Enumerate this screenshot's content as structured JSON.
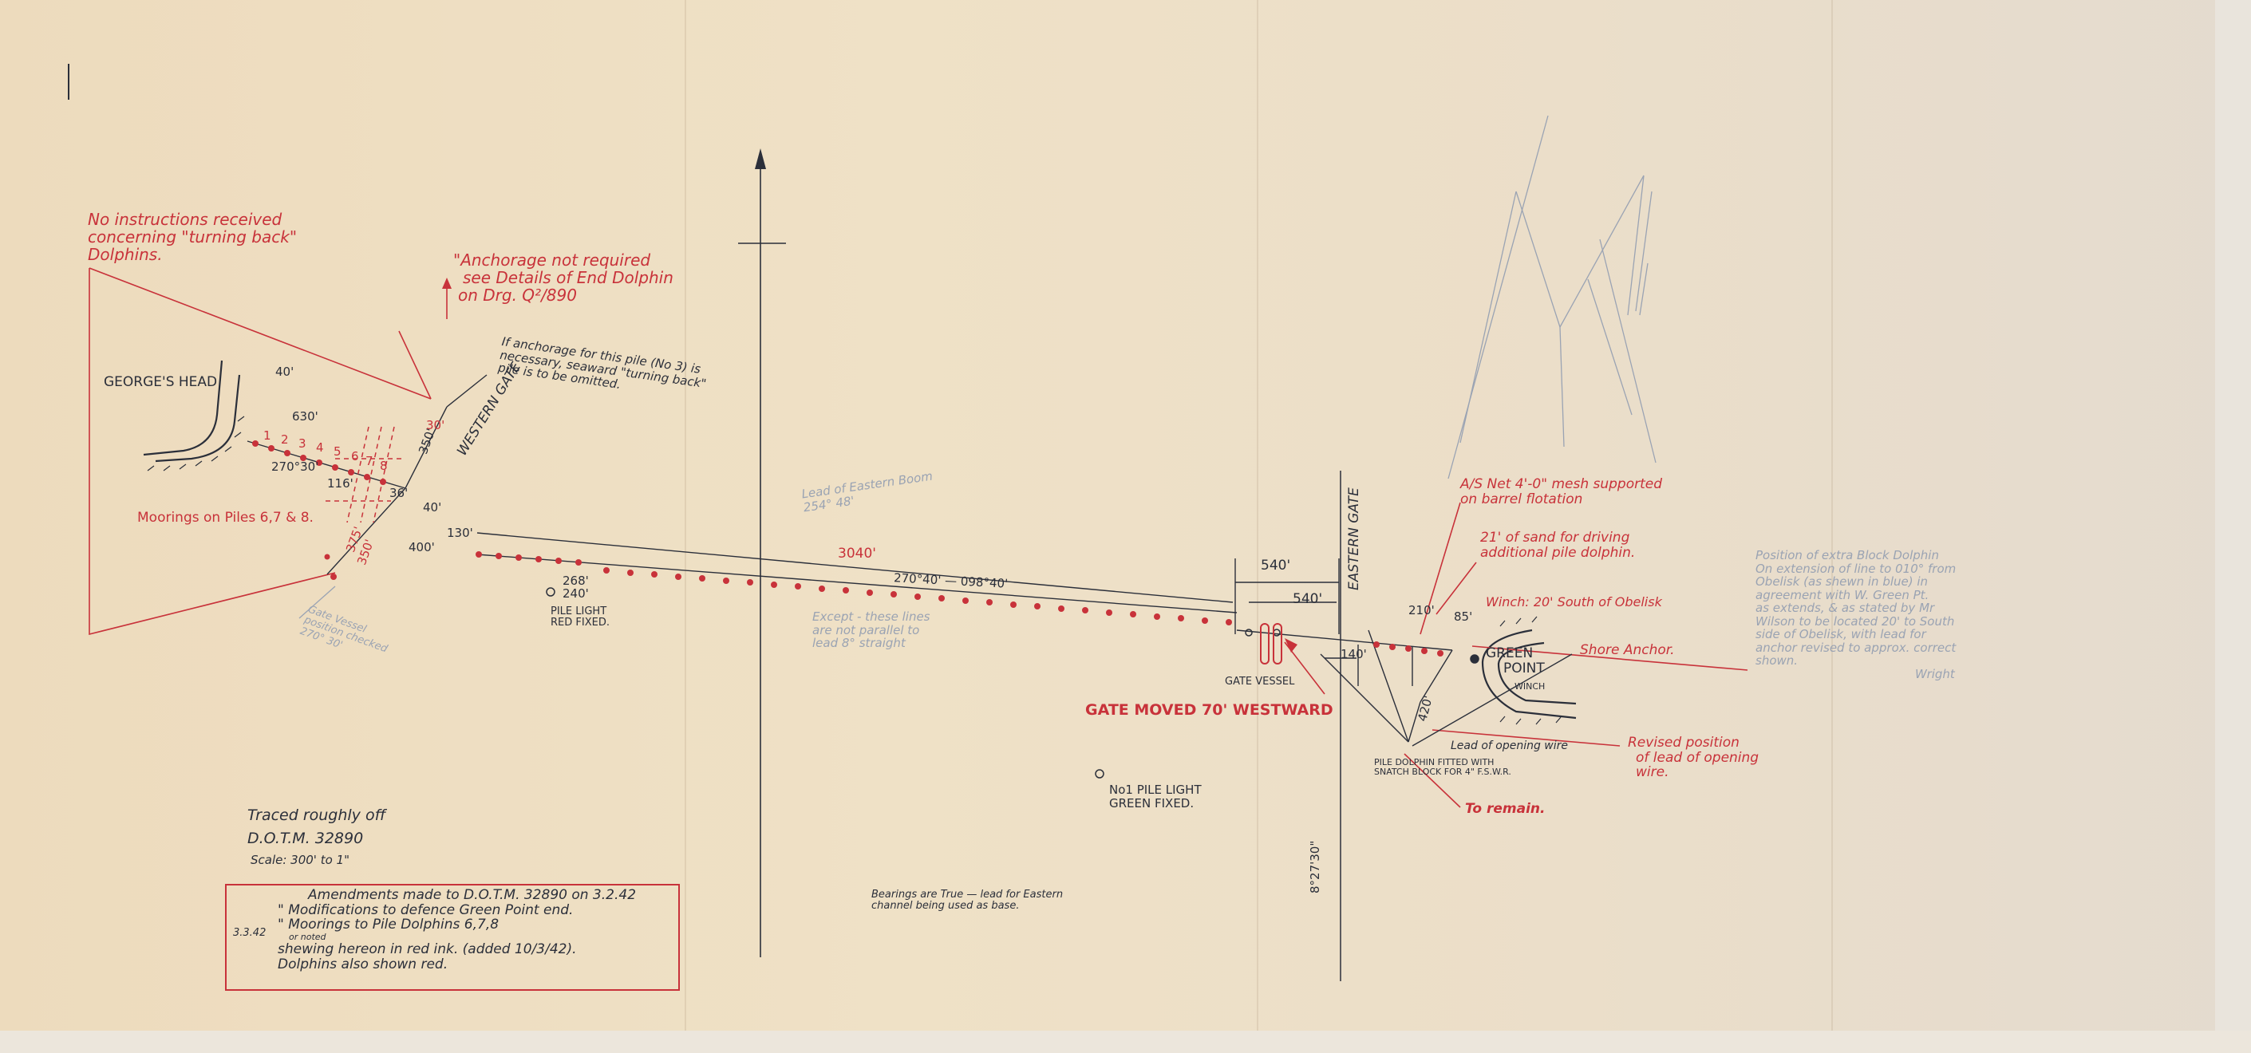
{
  "colors": {
    "paper": "#efe1c6",
    "ink": "#2b2f3a",
    "red_ink": "#c8323a",
    "pencil": "#9aa3b3"
  },
  "notes": {
    "no_instructions": [
      "No instructions received",
      "concerning \"turning back\"",
      "Dolphins."
    ],
    "anchorage": [
      "\"Anchorage not required",
      "see Details of End Dolphin",
      "on Drg. Q²/890"
    ],
    "if_anchorage": [
      "If anchorage for this pile (No 3) is",
      "necessary, seaward \"turning back\"",
      "pile is to be omitted."
    ],
    "moorings": "Moorings on Piles 6,7 & 8.",
    "asnet": [
      "A/S Net 4'-0\" mesh supported",
      "on barrel flotation"
    ],
    "sand": [
      "21' of sand for driving",
      "additional pile dolphin."
    ],
    "winch": "Winch: 20' South of Obelisk",
    "shore_anchor": "Shore Anchor.",
    "gate_moved": "GATE MOVED 70' WESTWARD",
    "revised": [
      "Revised position",
      "of lead of opening",
      "wire."
    ],
    "to_remain": "To remain.",
    "lead_opening": "Lead of opening wire",
    "pile_dolphin": [
      "PILE DOLPHIN FITTED WITH",
      "SNATCH BLOCK FOR 4\" F.S.W.R."
    ],
    "traced": [
      "Traced roughly off",
      "D.O.T.M. 32890",
      "Scale: 300' to 1\""
    ],
    "bearings": [
      "Bearings are True — lead for Eastern",
      "channel being used as base."
    ],
    "amendments": [
      "Amendments made to D.O.T.M. 32890 on 3.2.42",
      "\" Modifications to defence Green Point end.",
      "\" Moorings to Pile Dolphins 6,7,8",
      "or noted",
      "shewing hereon in red ink. (added 10/3/42).",
      "Dolphins also shown red."
    ],
    "amend_date": "3.3.42"
  },
  "places": {
    "georges_head": "GEORGE'S HEAD",
    "western_gate": "WESTERN GATE",
    "eastern_gate": "EASTERN GATE",
    "green_point": [
      "GREEN",
      "POINT"
    ],
    "winch": "WINCH",
    "gate_vessel": "GATE VESSEL",
    "pile_light_red": [
      "PILE LIGHT",
      "RED FIXED."
    ],
    "pile_light_green": [
      "No1 PILE LIGHT",
      "GREEN FIXED."
    ]
  },
  "dims": {
    "d40": "40'",
    "d630": "630'",
    "d270_30": "270°30'",
    "d116": "116'",
    "d36": "36'",
    "d350a": "350'",
    "d40b": "40'",
    "d130": "130'",
    "d400": "400'",
    "d375": "375'",
    "d350b": "350'",
    "d30": "30'",
    "d3040": "3040'",
    "bearing_main": "270°40' — 098°40'",
    "d540a": "540'",
    "d540b": "540'",
    "d210": "210'",
    "d85": "85'",
    "d140": "140'",
    "d420": "420'",
    "d268": "268'",
    "d240": "240'",
    "bearing_vertical": "8°27'30\"",
    "pile_numbers": [
      "1",
      "2",
      "3",
      "4",
      "5",
      "6",
      "7",
      "8"
    ]
  },
  "pencil": {
    "right_note": [
      "Position of extra Block Dolphin",
      "On extension of line to 010° from",
      "Obelisk (as shewn in blue) in",
      "agreement with W. Green Pt.",
      "as extends, & as stated by Mr",
      "Wilson to be located 20' to South",
      "side of Obelisk, with lead for",
      "anchor revised to approx. correct",
      "shown.",
      "Wright"
    ],
    "center_note": [
      "Except - these lines",
      "are not parallel to",
      "lead 8° straight"
    ],
    "top_note": [
      "Lead of Eastern Boom",
      "254° 48'"
    ],
    "left_note": [
      "Gate Vessel",
      "position checked",
      "270° 30'"
    ]
  }
}
